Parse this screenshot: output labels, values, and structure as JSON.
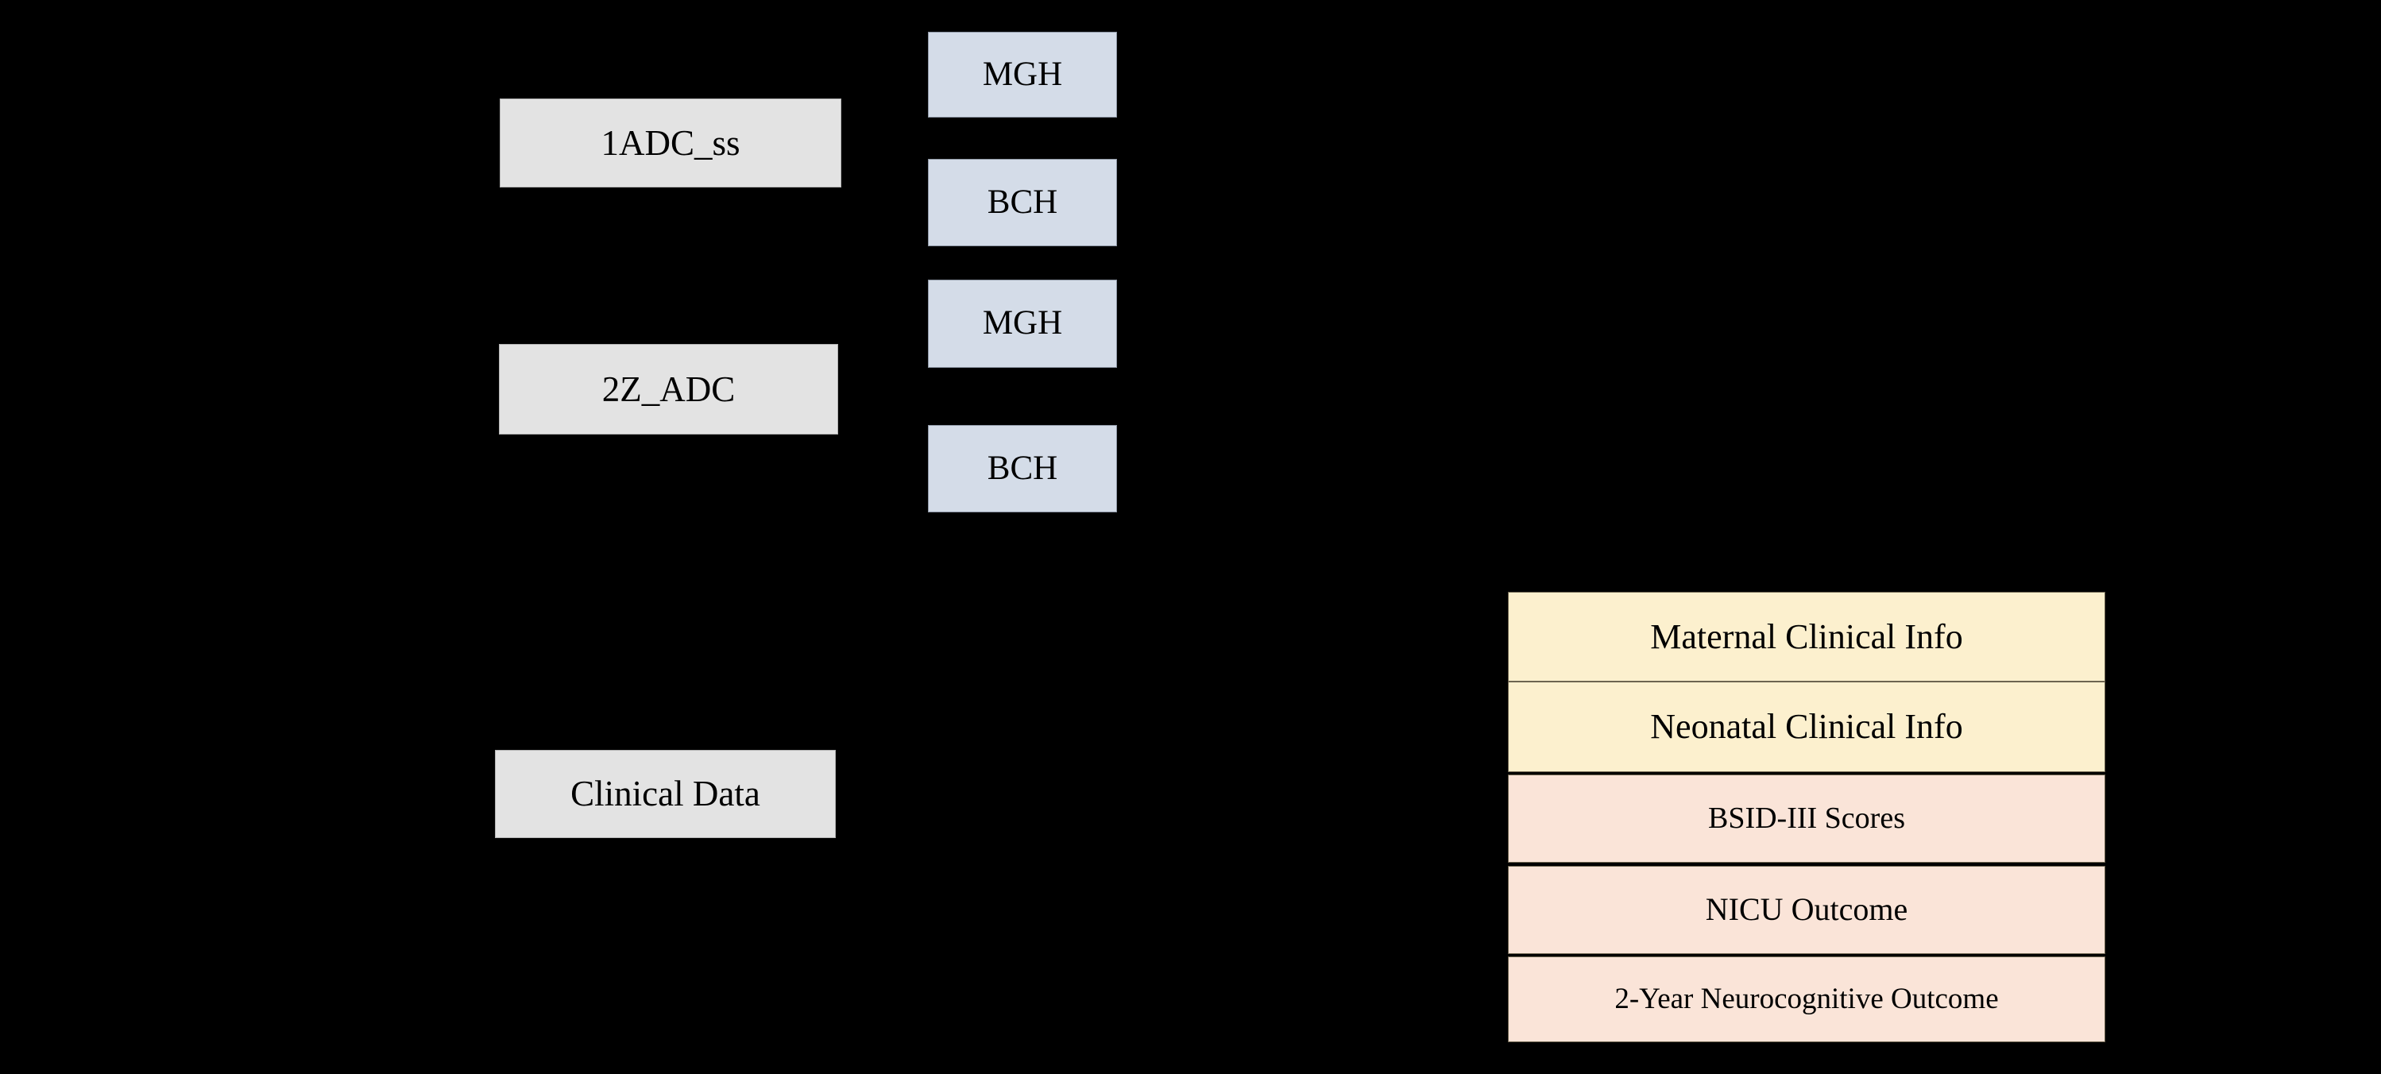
{
  "diagram": {
    "background_color": "#000000",
    "palette": {
      "grey_fill": "#E3E3E3",
      "blue_fill": "#D4DCE8",
      "cream_fill": "#FCF0CE",
      "peach_fill": "#FAE4D8",
      "text_color": "#000000"
    },
    "columns": {
      "imaging_modalities": {
        "nodes": [
          {
            "id": "adc_ss",
            "label": "1ADC_ss",
            "fill": "#E3E3E3"
          },
          {
            "id": "z_adc",
            "label": "2Z_ADC",
            "fill": "#E3E3E3"
          },
          {
            "id": "clinical_data",
            "label": "Clinical Data",
            "fill": "#E3E3E3"
          }
        ]
      },
      "sites": {
        "nodes": [
          {
            "id": "site_mgh_1",
            "label": "MGH",
            "fill": "#D4DCE8",
            "parent": "adc_ss"
          },
          {
            "id": "site_bch_1",
            "label": "BCH",
            "fill": "#D4DCE8",
            "parent": "adc_ss"
          },
          {
            "id": "site_mgh_2",
            "label": "MGH",
            "fill": "#D4DCE8",
            "parent": "z_adc"
          },
          {
            "id": "site_bch_2",
            "label": "BCH",
            "fill": "#D4DCE8",
            "parent": "z_adc"
          }
        ]
      },
      "clinical_variables": {
        "nodes": [
          {
            "id": "maternal_clinical_info",
            "label": "Maternal Clinical Info",
            "fill": "#FCF0CE"
          },
          {
            "id": "neonatal_clinical_info",
            "label": "Neonatal Clinical Info",
            "fill": "#FCF0CE"
          },
          {
            "id": "bsid_iii_scores",
            "label": "BSID-III Scores",
            "fill": "#FAE4D8"
          },
          {
            "id": "nicu_outcome",
            "label": "NICU Outcome",
            "fill": "#FAE4D8"
          },
          {
            "id": "two_year_neurocognitive_outcome",
            "label": "2-Year Neurocognitive Outcome",
            "fill": "#FAE4D8"
          }
        ]
      }
    }
  }
}
